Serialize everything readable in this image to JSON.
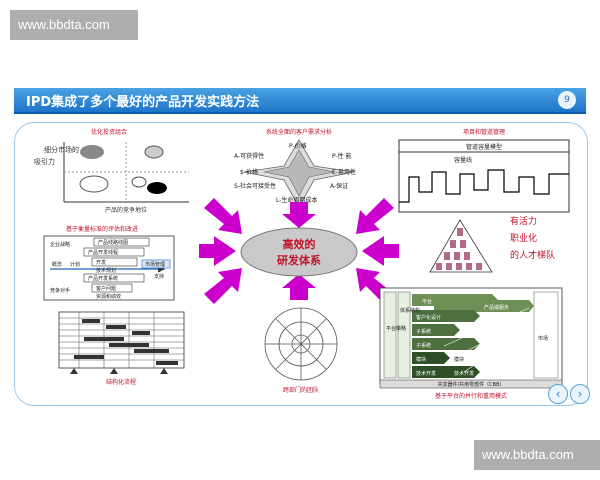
{
  "watermark": {
    "top": "www.bbdta.com",
    "bottom": "www.bbdta.com"
  },
  "header": {
    "title": "IPD集成了多个最好的产品开发实践方法",
    "page_number": "9"
  },
  "center": {
    "line1": "高效的",
    "line2": "研发体系"
  },
  "portfolio": {
    "title": "优化投资组合",
    "ylabel": "吸引力",
    "ylabel2": "细分市场的",
    "xlabel": "产品的竞争地位"
  },
  "customer_needs": {
    "title": "系统全面的客户需求分析",
    "labels": [
      "P-价格",
      "P-性 能",
      "A-可获得性",
      "E-易用性",
      "$-价格",
      "A-保证",
      "S-社会可接受性",
      "L-生命周期成本"
    ]
  },
  "pipeline": {
    "title": "项目和管道管理",
    "box_label": "管道容量模型",
    "line_label": "容量线"
  },
  "benchmark": {
    "title": "基于衡量标准的评估和改进",
    "rows": [
      "产品线路线图",
      "产品开发线程",
      "开发",
      "技术规划",
      "产品开发系统",
      "概念",
      "计划",
      "市场管理",
      "支持",
      "客户问题",
      "企业战略",
      "竞争对手",
      "资源和绩效"
    ]
  },
  "people": {
    "line1": "有活力",
    "line2": "职业化",
    "line3": "的人才梯队"
  },
  "structured": {
    "title": "结构化流程"
  },
  "team": {
    "title": "跨部门的团队"
  },
  "platform": {
    "title": "基于平台的并行和重用模式",
    "left_col": "平台策略",
    "left_col2": "体系结构",
    "right_col": "市场",
    "bars": [
      "平台",
      "产品或服务",
      "客户化设计",
      "子系统",
      "子系统",
      "子系统",
      "模块",
      "模块",
      "技术开发",
      "技术开发"
    ],
    "base": "共享器件/共用零部件（CBB）"
  },
  "nav": {
    "prev": "‹",
    "next": "›"
  },
  "colors": {
    "accent": "#1e74c9",
    "arrow": "#cc00cc",
    "label_red": "#c0122b"
  }
}
